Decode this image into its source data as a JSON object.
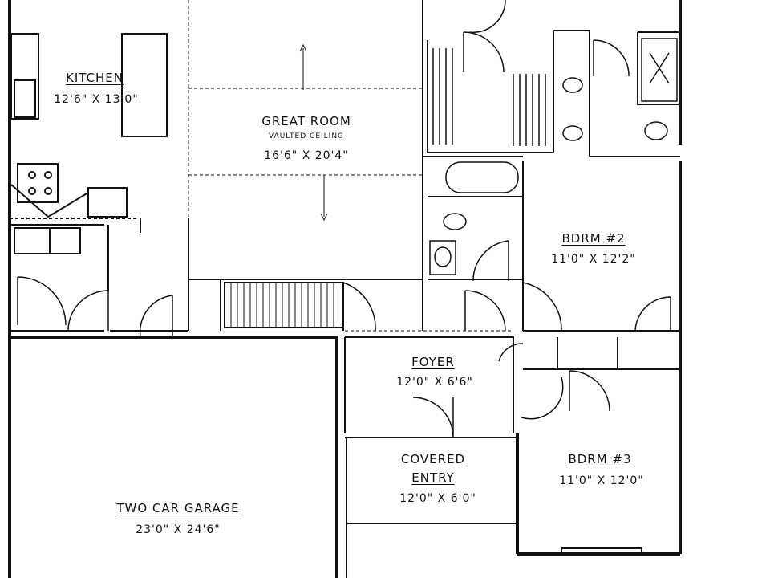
{
  "rooms": {
    "kitchen": {
      "name": "KITCHEN",
      "dims": "12'6\" X 13'0\""
    },
    "great_room": {
      "name": "GREAT ROOM",
      "note": "VAULTED CEILING",
      "dims": "16'6\" X 20'4\""
    },
    "bedroom2": {
      "name": "BDRM #2",
      "dims": "11'0\" X 12'2\""
    },
    "foyer": {
      "name": "FOYER",
      "dims": "12'0\" X 6'6\""
    },
    "covered_entry": {
      "name_line1": "COVERED",
      "name_line2": "ENTRY",
      "dims": "12'0\" X 6'0\""
    },
    "bedroom3": {
      "name": "BDRM #3",
      "dims": "11'0\" X 12'0\""
    },
    "garage": {
      "name": "TWO CAR GARAGE",
      "dims": "23'0\" X 24'6\""
    }
  },
  "colors": {
    "line": "#111111",
    "background": "#ffffff"
  }
}
